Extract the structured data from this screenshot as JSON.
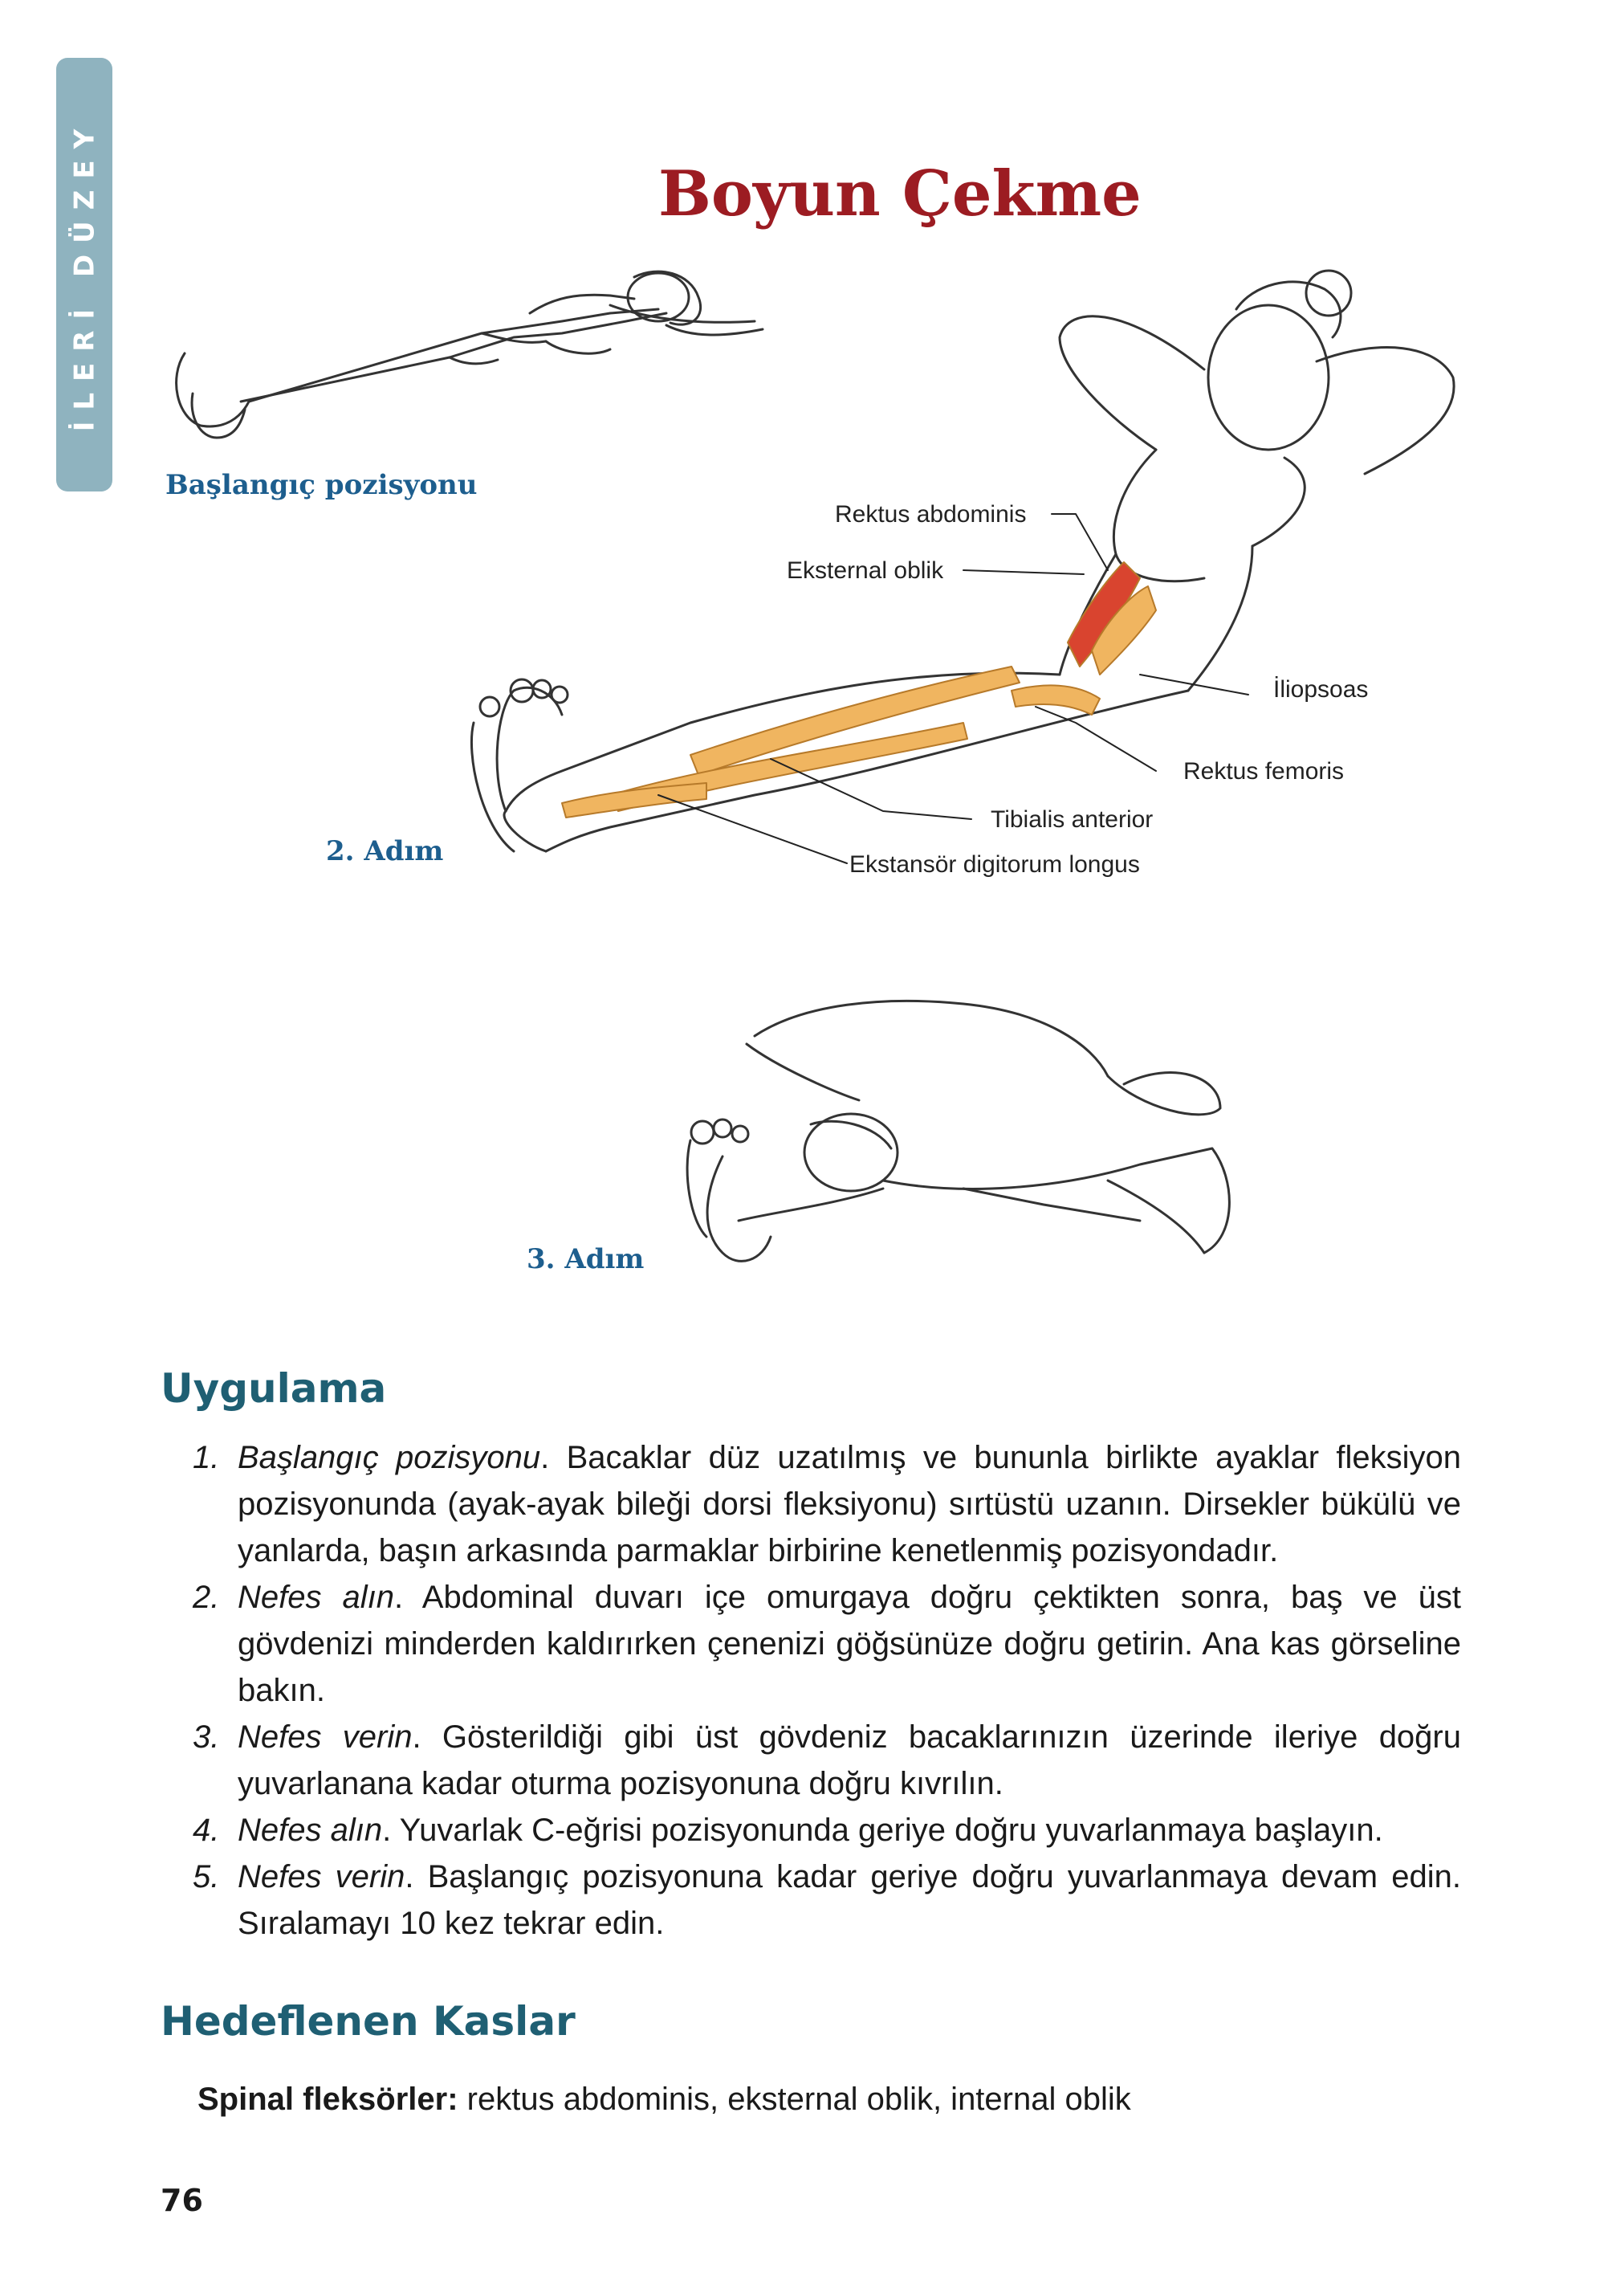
{
  "side_tab": "İLERİ DÜZEY",
  "title": "Boyun Çekme",
  "figures": {
    "start_label": "Başlangıç pozisyonu",
    "step2_label": "2. Adım",
    "step3_label": "3. Adım"
  },
  "muscle_labels": {
    "rektus_abdominis": "Rektus abdominis",
    "eksternal_oblik": "Eksternal oblik",
    "iliopsoas": "İliopsoas",
    "rektus_femoris": "Rektus femoris",
    "tibialis_anterior": "Tibialis anterior",
    "ekstansor": "Ekstansör digitorum longus"
  },
  "uygulama": {
    "heading": "Uygulama",
    "steps": [
      {
        "num": "1.",
        "lead": "Başlangıç pozisyonu",
        "text": ". Bacaklar düz uzatılmış ve bununla birlikte ayaklar fleksiyon pozisyonunda (ayak-ayak bileği dorsi fleksiyonu) sırtüstü uzanın. Dirsekler bükülü ve yanlarda, başın arkasında parmaklar birbirine kenetlenmiş pozisyondadır."
      },
      {
        "num": "2.",
        "lead": "Nefes alın",
        "text": ". Abdominal duvarı içe omurgaya doğru çektikten sonra, baş ve üst gövdenizi minderden kaldırırken çenenizi göğsünüze doğru getirin. Ana kas görseline bakın."
      },
      {
        "num": "3.",
        "lead": "Nefes verin",
        "text": ". Gösterildiği gibi üst gövdeniz bacaklarınızın üzerinde ileriye doğru yuvarlanana kadar oturma pozisyonuna doğru kıvrılın."
      },
      {
        "num": "4.",
        "lead": "Nefes alın",
        "text": ". Yuvarlak C-eğrisi pozisyonunda geriye doğru yuvarlanmaya başlayın."
      },
      {
        "num": "5.",
        "lead": "Nefes verin",
        "text": ". Başlangıç pozisyonuna kadar geriye doğru yuvarlanmaya devam edin. Sıralamayı 10 kez tekrar edin."
      }
    ]
  },
  "hedeflenen": {
    "heading": "Hedeflenen Kaslar",
    "label": "Spinal fleksörler:",
    "text": " rektus abdominis, eksternal oblik, internal oblik"
  },
  "page_number": "76"
}
